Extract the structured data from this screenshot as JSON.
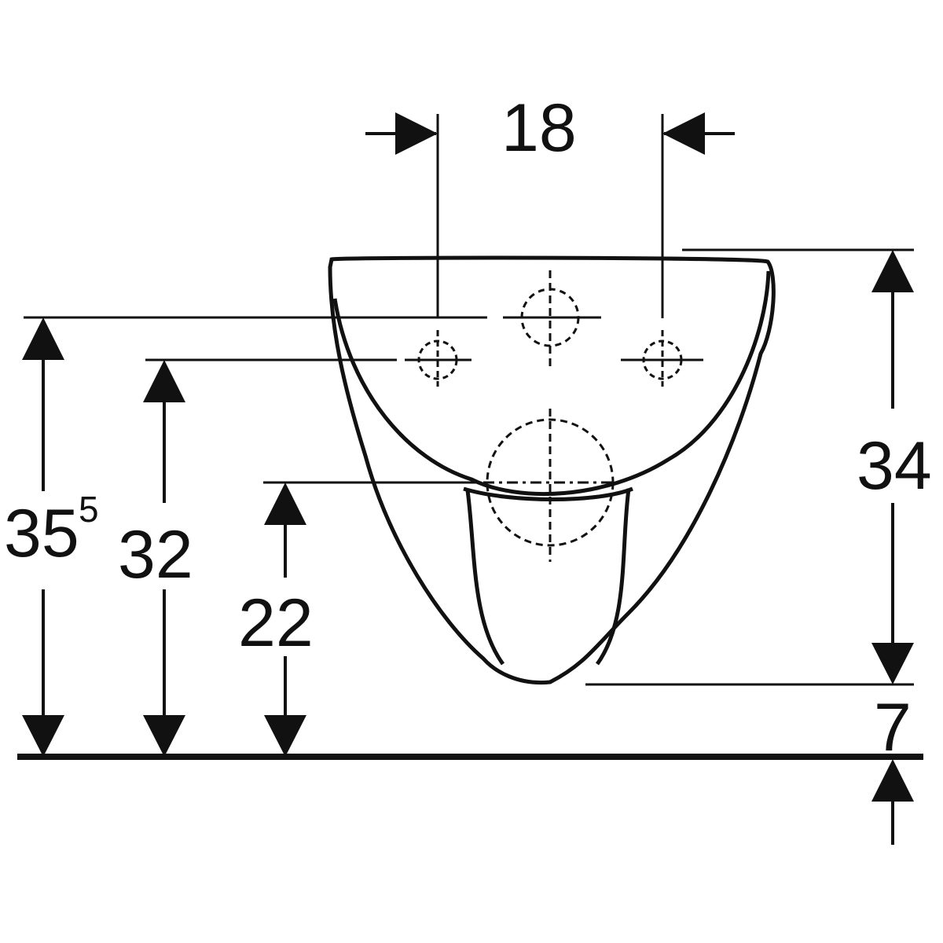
{
  "colors": {
    "line": "#111111",
    "background": "#ffffff"
  },
  "dimensions": {
    "spacing_top": "18",
    "height_total": "34",
    "floor_gap": "7",
    "left_height_main": "35",
    "left_height_sup": "5",
    "left_height_2": "32",
    "left_height_3": "22"
  }
}
